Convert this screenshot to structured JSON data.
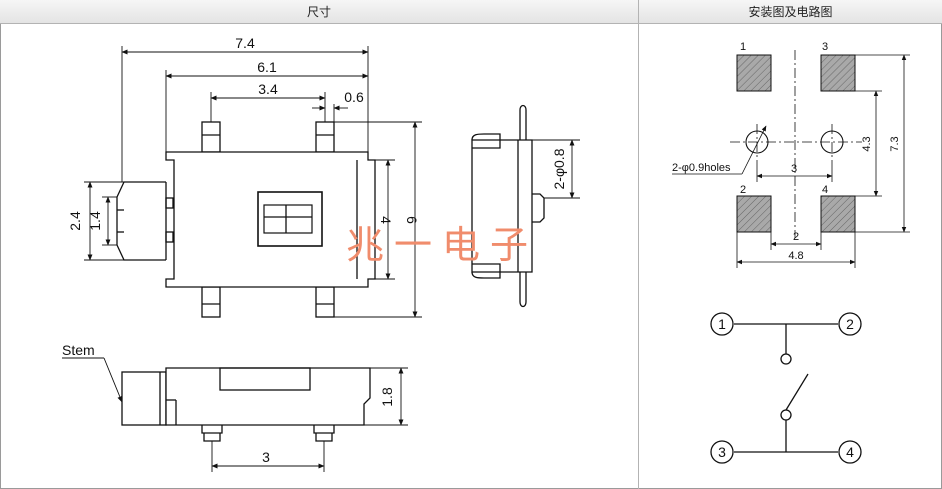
{
  "headers": {
    "left": "尺寸",
    "right": "安装图及电路图"
  },
  "dimensions": {
    "width_overall": "7.4",
    "width_body": "6.1",
    "pin_span": "3.4",
    "pin_width": "0.6",
    "stem_outer": "2.4",
    "stem_inner": "1.4",
    "body_height_4": "4",
    "height_overall": "6",
    "post_dia": "2-φ0.8",
    "side_height": "1.8",
    "bottom_pitch": "3"
  },
  "labels": {
    "stem": "Stem"
  },
  "watermark": "兆一电子",
  "footprint": {
    "pad_numbers": [
      "1",
      "3",
      "2",
      "4"
    ],
    "holes": "2-φ0.9holes",
    "hole_pitch": "3",
    "pad_gap": "2",
    "overall_width": "4.8",
    "pad_span_v": "4.3",
    "overall_height": "7.3"
  },
  "circuit": {
    "terminals": [
      "1",
      "2",
      "3",
      "4"
    ]
  }
}
